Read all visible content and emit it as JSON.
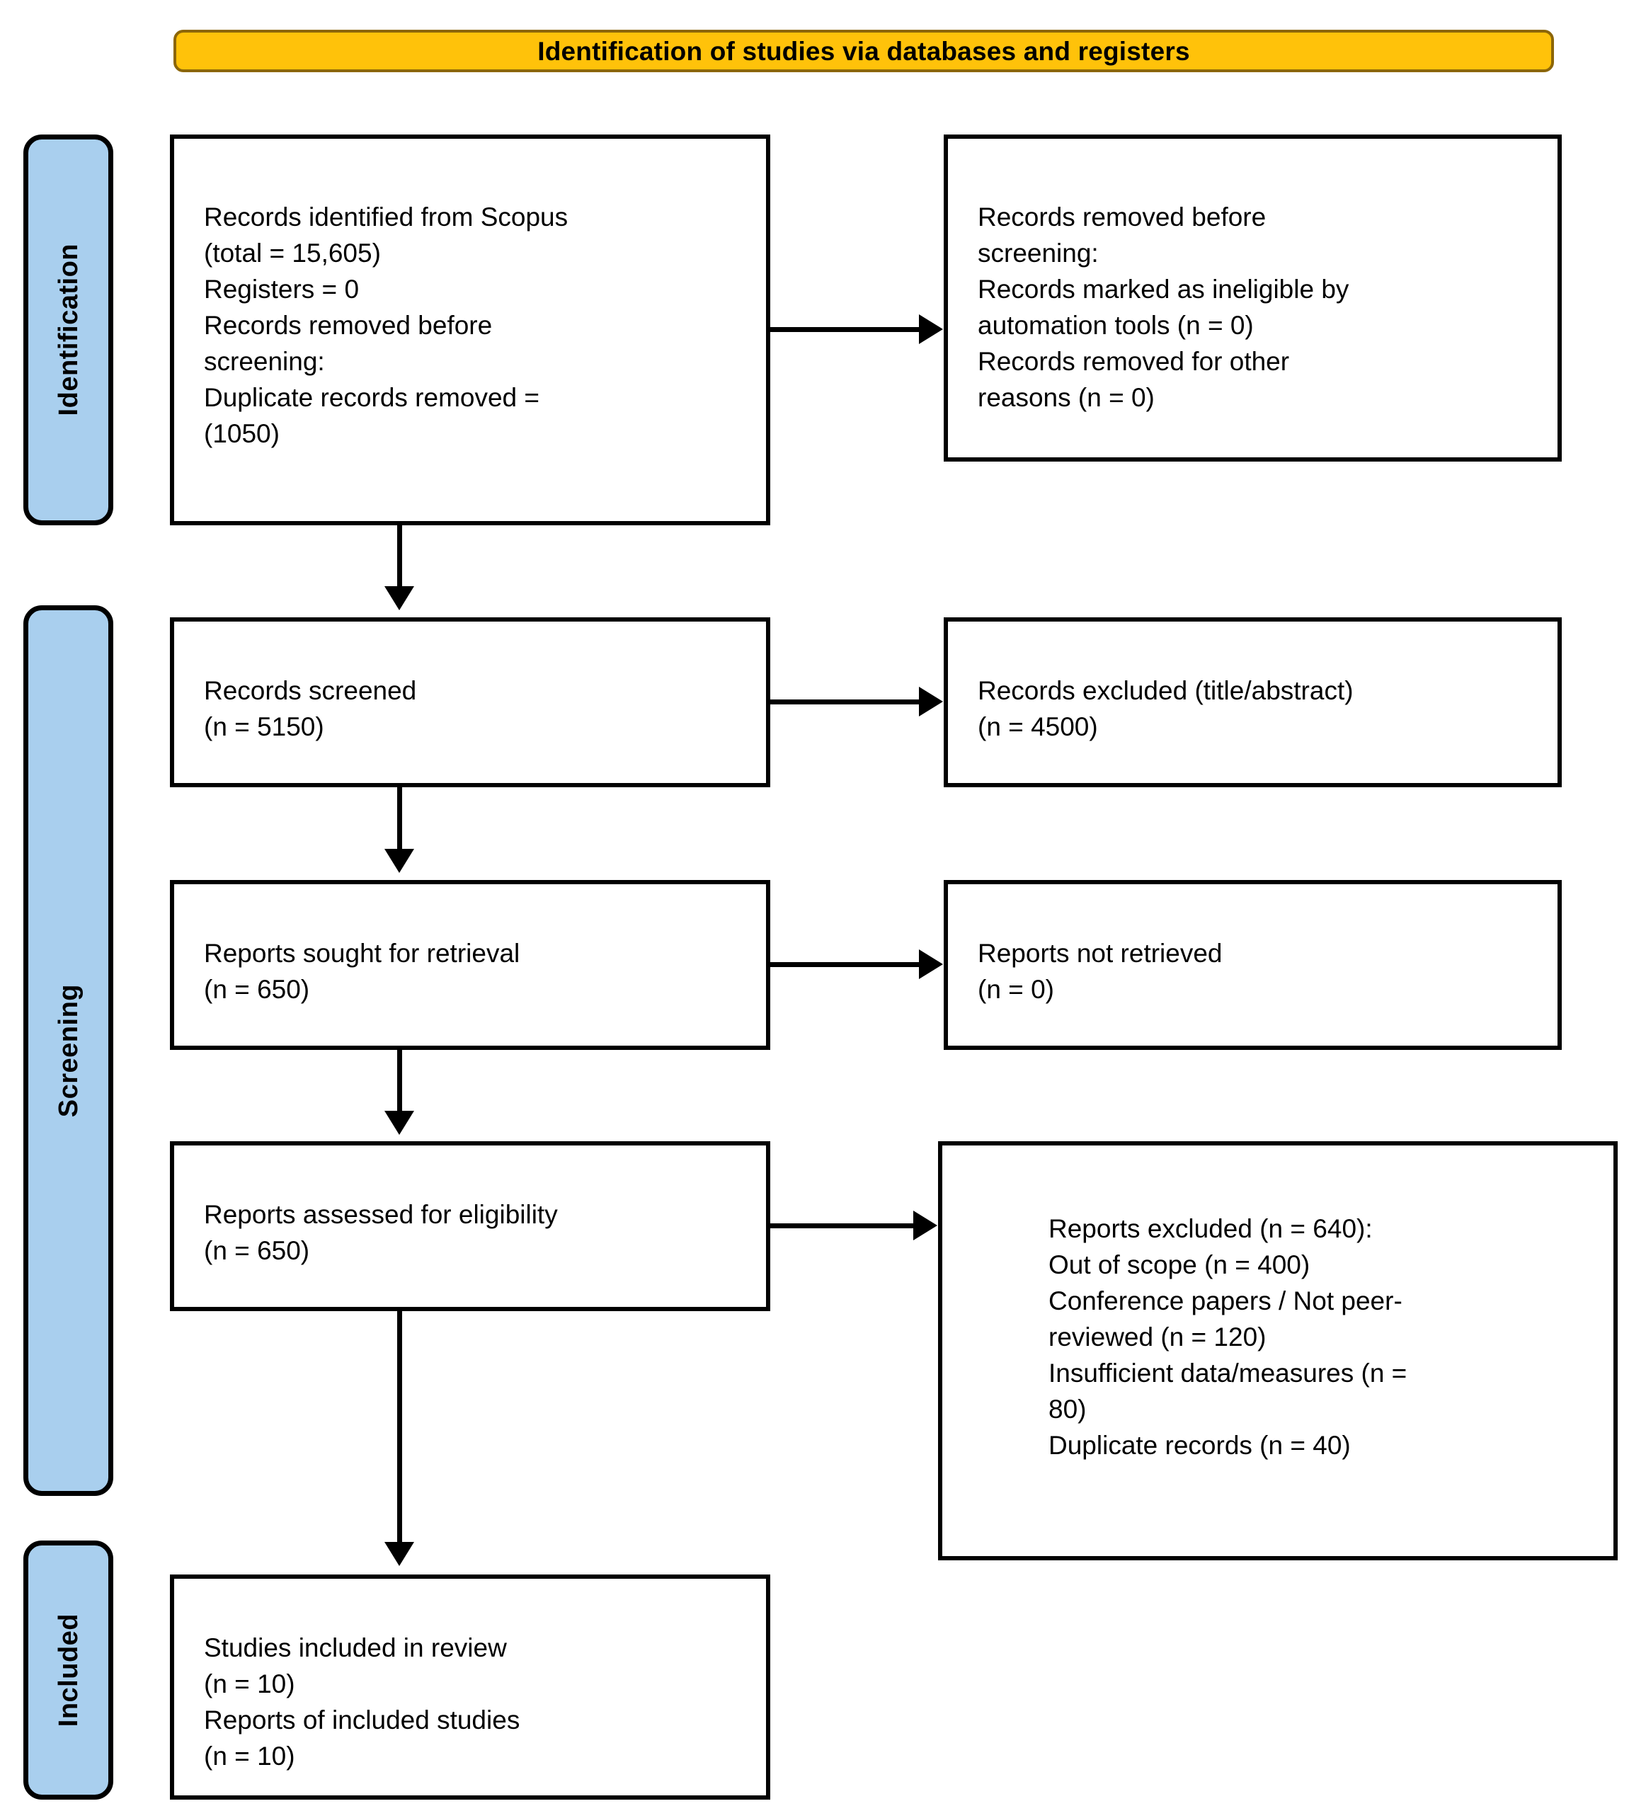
{
  "banner": {
    "title": "Identification of studies via databases and registers",
    "fill": "#FFC20A",
    "border": "#8C6608"
  },
  "stages": [
    {
      "key": "identification",
      "label": "Identification",
      "fill": "#A9CFEE"
    },
    {
      "key": "screening",
      "label": "Screening",
      "fill": "#A9CFEE"
    },
    {
      "key": "included",
      "label": "Included",
      "fill": "#A9CFEE"
    }
  ],
  "boxes": {
    "identified": {
      "text": "Records identified from Scopus\n(total = 15,605)\nRegisters = 0\nRecords removed before\nscreening:\nDuplicate records removed =\n(1050)"
    },
    "removed_before_screening": {
      "text": "Records removed before\nscreening:\nRecords marked as ineligible by\nautomation tools (n = 0)\nRecords removed for other\nreasons (n = 0)"
    },
    "records_screened": {
      "text": "Records screened\n(n = 5150)"
    },
    "records_excluded": {
      "text": "Records excluded (title/abstract)\n(n = 4500)"
    },
    "reports_sought": {
      "text": "Reports sought for retrieval\n(n = 650)"
    },
    "reports_not_retrieved": {
      "text": "Reports not retrieved\n(n = 0)"
    },
    "reports_assessed": {
      "text": "Reports assessed for eligibility\n(n = 650)"
    },
    "reports_excluded": {
      "text": "Reports excluded (n = 640):\nOut of scope (n = 400)\nConference papers / Not peer-\nreviewed (n = 120)\nInsufficient data/measures (n =\n80)\nDuplicate records (n = 40)"
    },
    "studies_included": {
      "text": "Studies included in review\n(n = 10)\nReports of included studies\n(n = 10)"
    }
  },
  "chart_data": {
    "type": "flowchart",
    "title": "Identification of studies via databases and registers",
    "nodes": [
      {
        "id": "identified",
        "stage": "Identification",
        "column": "left",
        "label": "Records identified from Scopus",
        "metrics": {
          "total": 15605,
          "registers": 0,
          "duplicate_records_removed": 1050
        }
      },
      {
        "id": "removed_before_screening",
        "stage": "Identification",
        "column": "right",
        "label": "Records removed before screening",
        "metrics": {
          "marked_ineligible_by_automation_tools": 0,
          "removed_for_other_reasons": 0
        }
      },
      {
        "id": "records_screened",
        "stage": "Screening",
        "column": "left",
        "label": "Records screened",
        "metrics": {
          "n": 5150
        }
      },
      {
        "id": "records_excluded",
        "stage": "Screening",
        "column": "right",
        "label": "Records excluded (title/abstract)",
        "metrics": {
          "n": 4500
        }
      },
      {
        "id": "reports_sought",
        "stage": "Screening",
        "column": "left",
        "label": "Reports sought for retrieval",
        "metrics": {
          "n": 650
        }
      },
      {
        "id": "reports_not_retrieved",
        "stage": "Screening",
        "column": "right",
        "label": "Reports not retrieved",
        "metrics": {
          "n": 0
        }
      },
      {
        "id": "reports_assessed",
        "stage": "Screening",
        "column": "left",
        "label": "Reports assessed for eligibility",
        "metrics": {
          "n": 650
        }
      },
      {
        "id": "reports_excluded",
        "stage": "Screening",
        "column": "right",
        "label": "Reports excluded",
        "metrics": {
          "n": 640,
          "out_of_scope": 400,
          "conference_papers_not_peer_reviewed": 120,
          "insufficient_data_measures": 80,
          "duplicate_records": 40
        }
      },
      {
        "id": "studies_included",
        "stage": "Included",
        "column": "left",
        "label": "Studies included in review",
        "metrics": {
          "studies_included_in_review": 10,
          "reports_of_included_studies": 10
        }
      }
    ],
    "edges": [
      {
        "from": "identified",
        "to": "removed_before_screening",
        "direction": "right"
      },
      {
        "from": "identified",
        "to": "records_screened",
        "direction": "down"
      },
      {
        "from": "records_screened",
        "to": "records_excluded",
        "direction": "right"
      },
      {
        "from": "records_screened",
        "to": "reports_sought",
        "direction": "down"
      },
      {
        "from": "reports_sought",
        "to": "reports_not_retrieved",
        "direction": "right"
      },
      {
        "from": "reports_sought",
        "to": "reports_assessed",
        "direction": "down"
      },
      {
        "from": "reports_assessed",
        "to": "reports_excluded",
        "direction": "right"
      },
      {
        "from": "reports_assessed",
        "to": "studies_included",
        "direction": "down"
      }
    ]
  }
}
